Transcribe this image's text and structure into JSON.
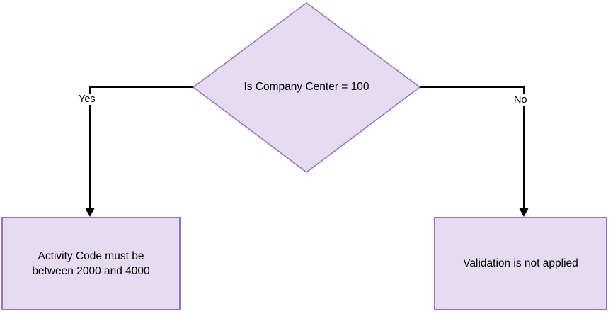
{
  "flowchart": {
    "decision": {
      "label": "Is Company Center = 100"
    },
    "yes_branch": {
      "label": "Yes",
      "result": "Activity Code must be between 2000 and 4000"
    },
    "no_branch": {
      "label": "No",
      "result": "Validation is not applied"
    },
    "colors": {
      "node_fill": "#e6dcf2",
      "node_border": "#9673b9",
      "connector": "#000000",
      "text": "#000000",
      "background": "#ffffff"
    }
  }
}
